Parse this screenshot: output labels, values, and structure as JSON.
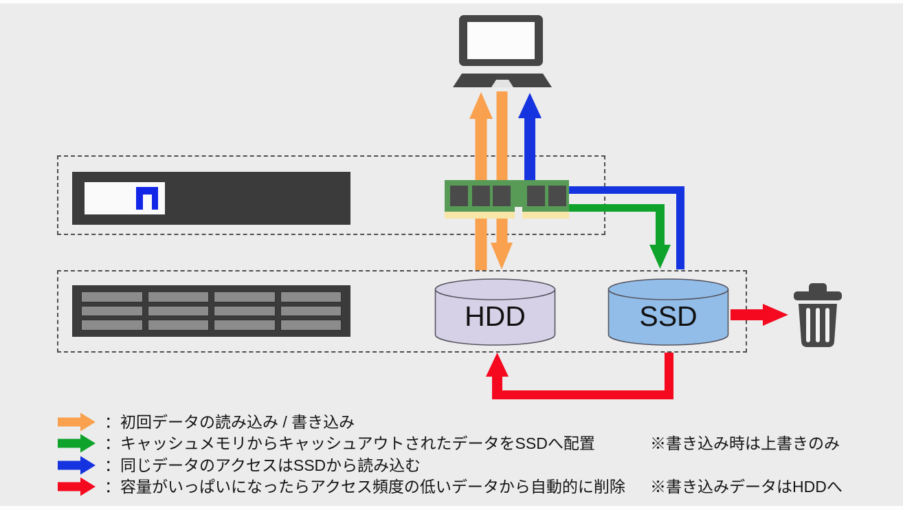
{
  "colors": {
    "bg": "#ECECEC",
    "orange": "#F9A14E",
    "green": "#0FA32C",
    "blue": "#1534E0",
    "red": "#F5091F",
    "dark": "#454545",
    "panel": "#3B3B3B",
    "slot": "#8C8C8C",
    "ram-green": "#579B57",
    "ram-chip": "#4A4A4A",
    "ram-contacts": "#F8E6A9",
    "hdd-fill": "#D7D1E7",
    "ssd-fill": "#92BDE8",
    "logo-blue": "#1226E8",
    "cyl-stroke": "#55545F"
  },
  "icons": {
    "client": "laptop-icon",
    "controller": "storage-controller-icon",
    "cache": "ram-module-icon",
    "shelf": "disk-shelf-icon",
    "delete": "trash-icon"
  },
  "diagram": {
    "hdd_label": "HDD",
    "ssd_label": "SSD"
  },
  "legend": {
    "items": [
      {
        "arrow_color": "orange",
        "text": "：初回データの読み込み / 書き込み",
        "note": ""
      },
      {
        "arrow_color": "green",
        "text": "：キャッシュメモリからキャッシュアウトされたデータをSSDへ配置",
        "note": "※書き込み時は上書きのみ"
      },
      {
        "arrow_color": "blue",
        "text": "：同じデータのアクセスはSSDから読み込む",
        "note": ""
      },
      {
        "arrow_color": "red",
        "text": "：容量がいっぱいになったらアクセス頻度の低いデータから自動的に削除",
        "note": "※書き込みデータはHDDへ"
      }
    ]
  }
}
